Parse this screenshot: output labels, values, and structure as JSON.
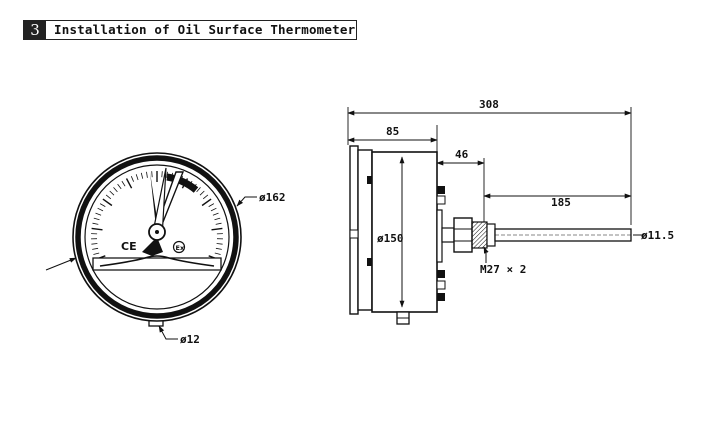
{
  "header": {
    "number": "3",
    "title": "Installation of Oil Surface Thermometer"
  },
  "front_view": {
    "diameter_label": "ø162",
    "connection_label": "ø12",
    "mark_ce": "CE",
    "mark_ex": "Ex"
  },
  "side_view": {
    "overall_length": "308",
    "case_depth": "85",
    "offset": "46",
    "probe_length": "185",
    "case_diameter": "ø150",
    "probe_diameter": "ø11.5",
    "thread_label": "M27 × 2"
  },
  "colors": {
    "ink": "#111111",
    "paper": "#ffffff"
  }
}
